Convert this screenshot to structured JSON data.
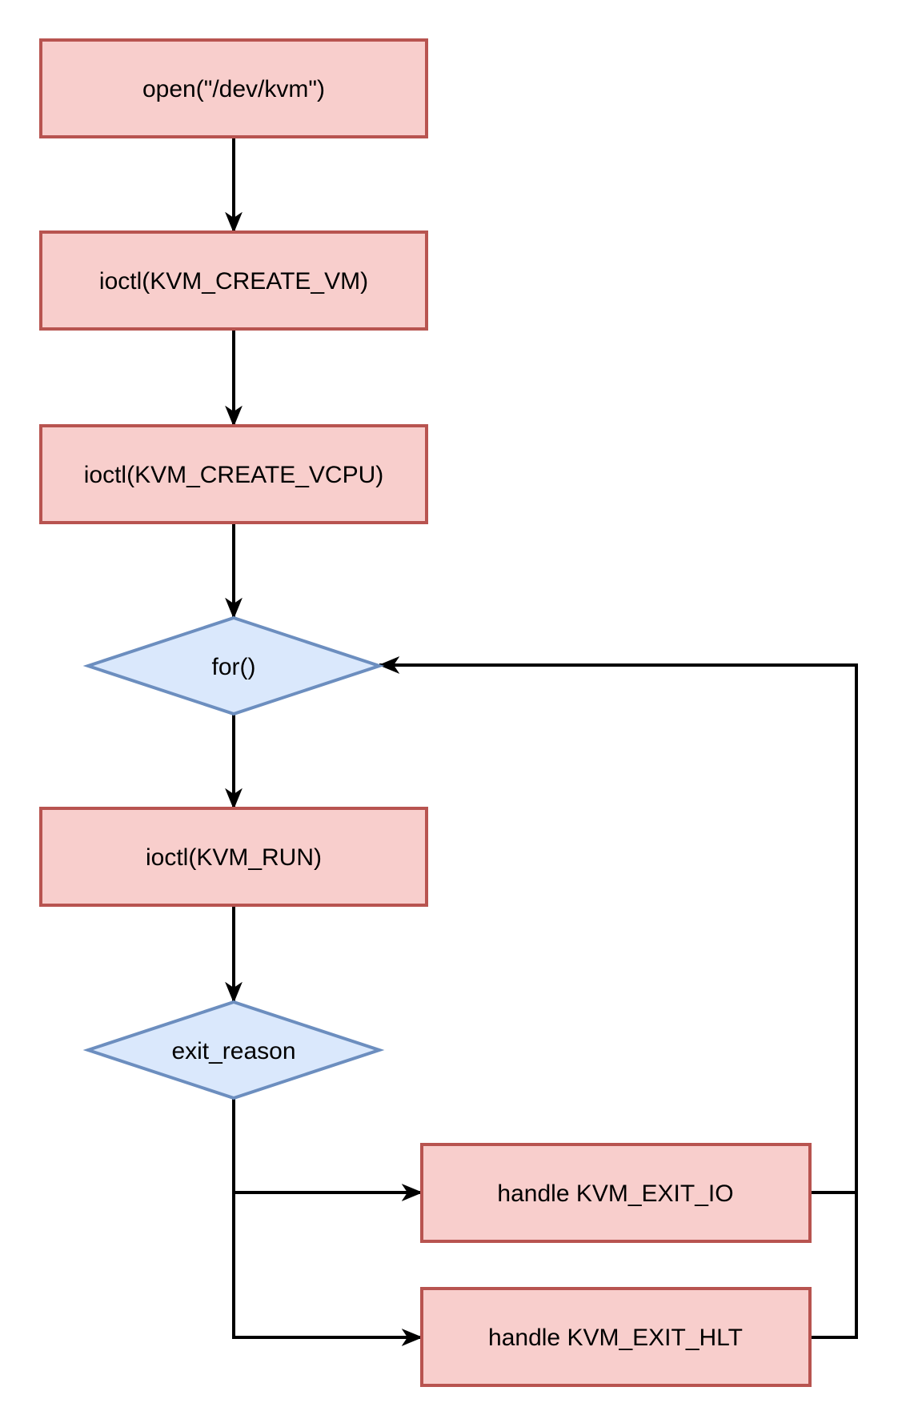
{
  "diagram": {
    "kind": "flowchart",
    "colors": {
      "process_fill": "#f8cecc",
      "process_border": "#b85450",
      "decision_fill": "#dae8fc",
      "decision_border": "#6c8ebf",
      "connector": "#000000",
      "text": "#000000",
      "background": "#ffffff"
    },
    "nodes": {
      "open": {
        "shape": "process",
        "label": "open(\"/dev/kvm\")"
      },
      "create_vm": {
        "shape": "process",
        "label": "ioctl(KVM_CREATE_VM)"
      },
      "create_vcpu": {
        "shape": "process",
        "label": "ioctl(KVM_CREATE_VCPU)"
      },
      "for_loop": {
        "shape": "decision",
        "label": "for()"
      },
      "kvm_run": {
        "shape": "process",
        "label": "ioctl(KVM_RUN)"
      },
      "exit_reason": {
        "shape": "decision",
        "label": "exit_reason"
      },
      "handle_io": {
        "shape": "process",
        "label": "handle KVM_EXIT_IO"
      },
      "handle_hlt": {
        "shape": "process",
        "label": "handle KVM_EXIT_HLT"
      }
    },
    "edges": [
      {
        "from": "open",
        "to": "create_vm"
      },
      {
        "from": "create_vm",
        "to": "create_vcpu"
      },
      {
        "from": "create_vcpu",
        "to": "for_loop"
      },
      {
        "from": "for_loop",
        "to": "kvm_run"
      },
      {
        "from": "kvm_run",
        "to": "exit_reason"
      },
      {
        "from": "exit_reason",
        "to": "handle_io"
      },
      {
        "from": "exit_reason",
        "to": "handle_hlt"
      },
      {
        "from": "handle_io",
        "to": "for_loop"
      },
      {
        "from": "handle_hlt",
        "to": "for_loop"
      }
    ]
  }
}
